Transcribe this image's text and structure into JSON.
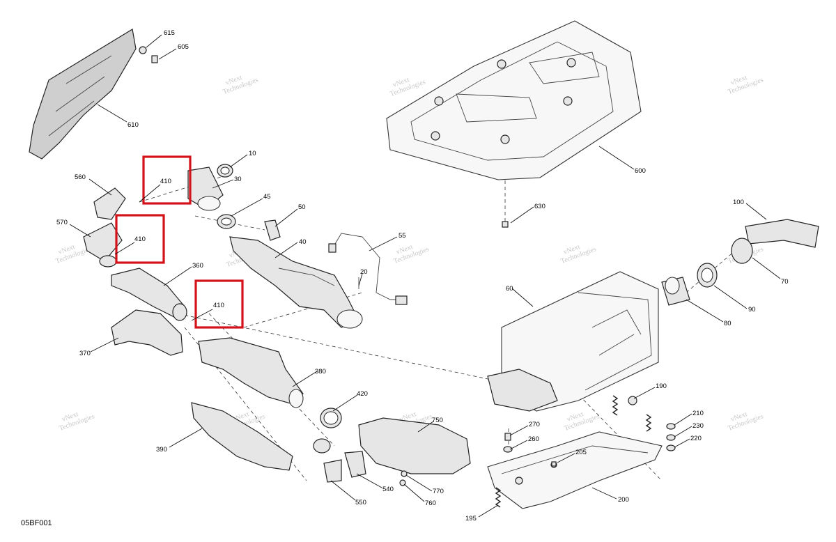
{
  "figure_code": "05BF001",
  "watermark": [
    "vNext",
    "Technologies"
  ],
  "callouts": [
    "615",
    "605",
    "610",
    "10",
    "30",
    "560",
    "570",
    "410",
    "45",
    "50",
    "55",
    "40",
    "360",
    "20",
    "370",
    "380",
    "420",
    "390",
    "750",
    "540",
    "550",
    "770",
    "760",
    "600",
    "630",
    "100",
    "70",
    "90",
    "80",
    "60",
    "190",
    "210",
    "230",
    "220",
    "270",
    "260",
    "205",
    "200",
    "195"
  ],
  "highlight_label": "410"
}
